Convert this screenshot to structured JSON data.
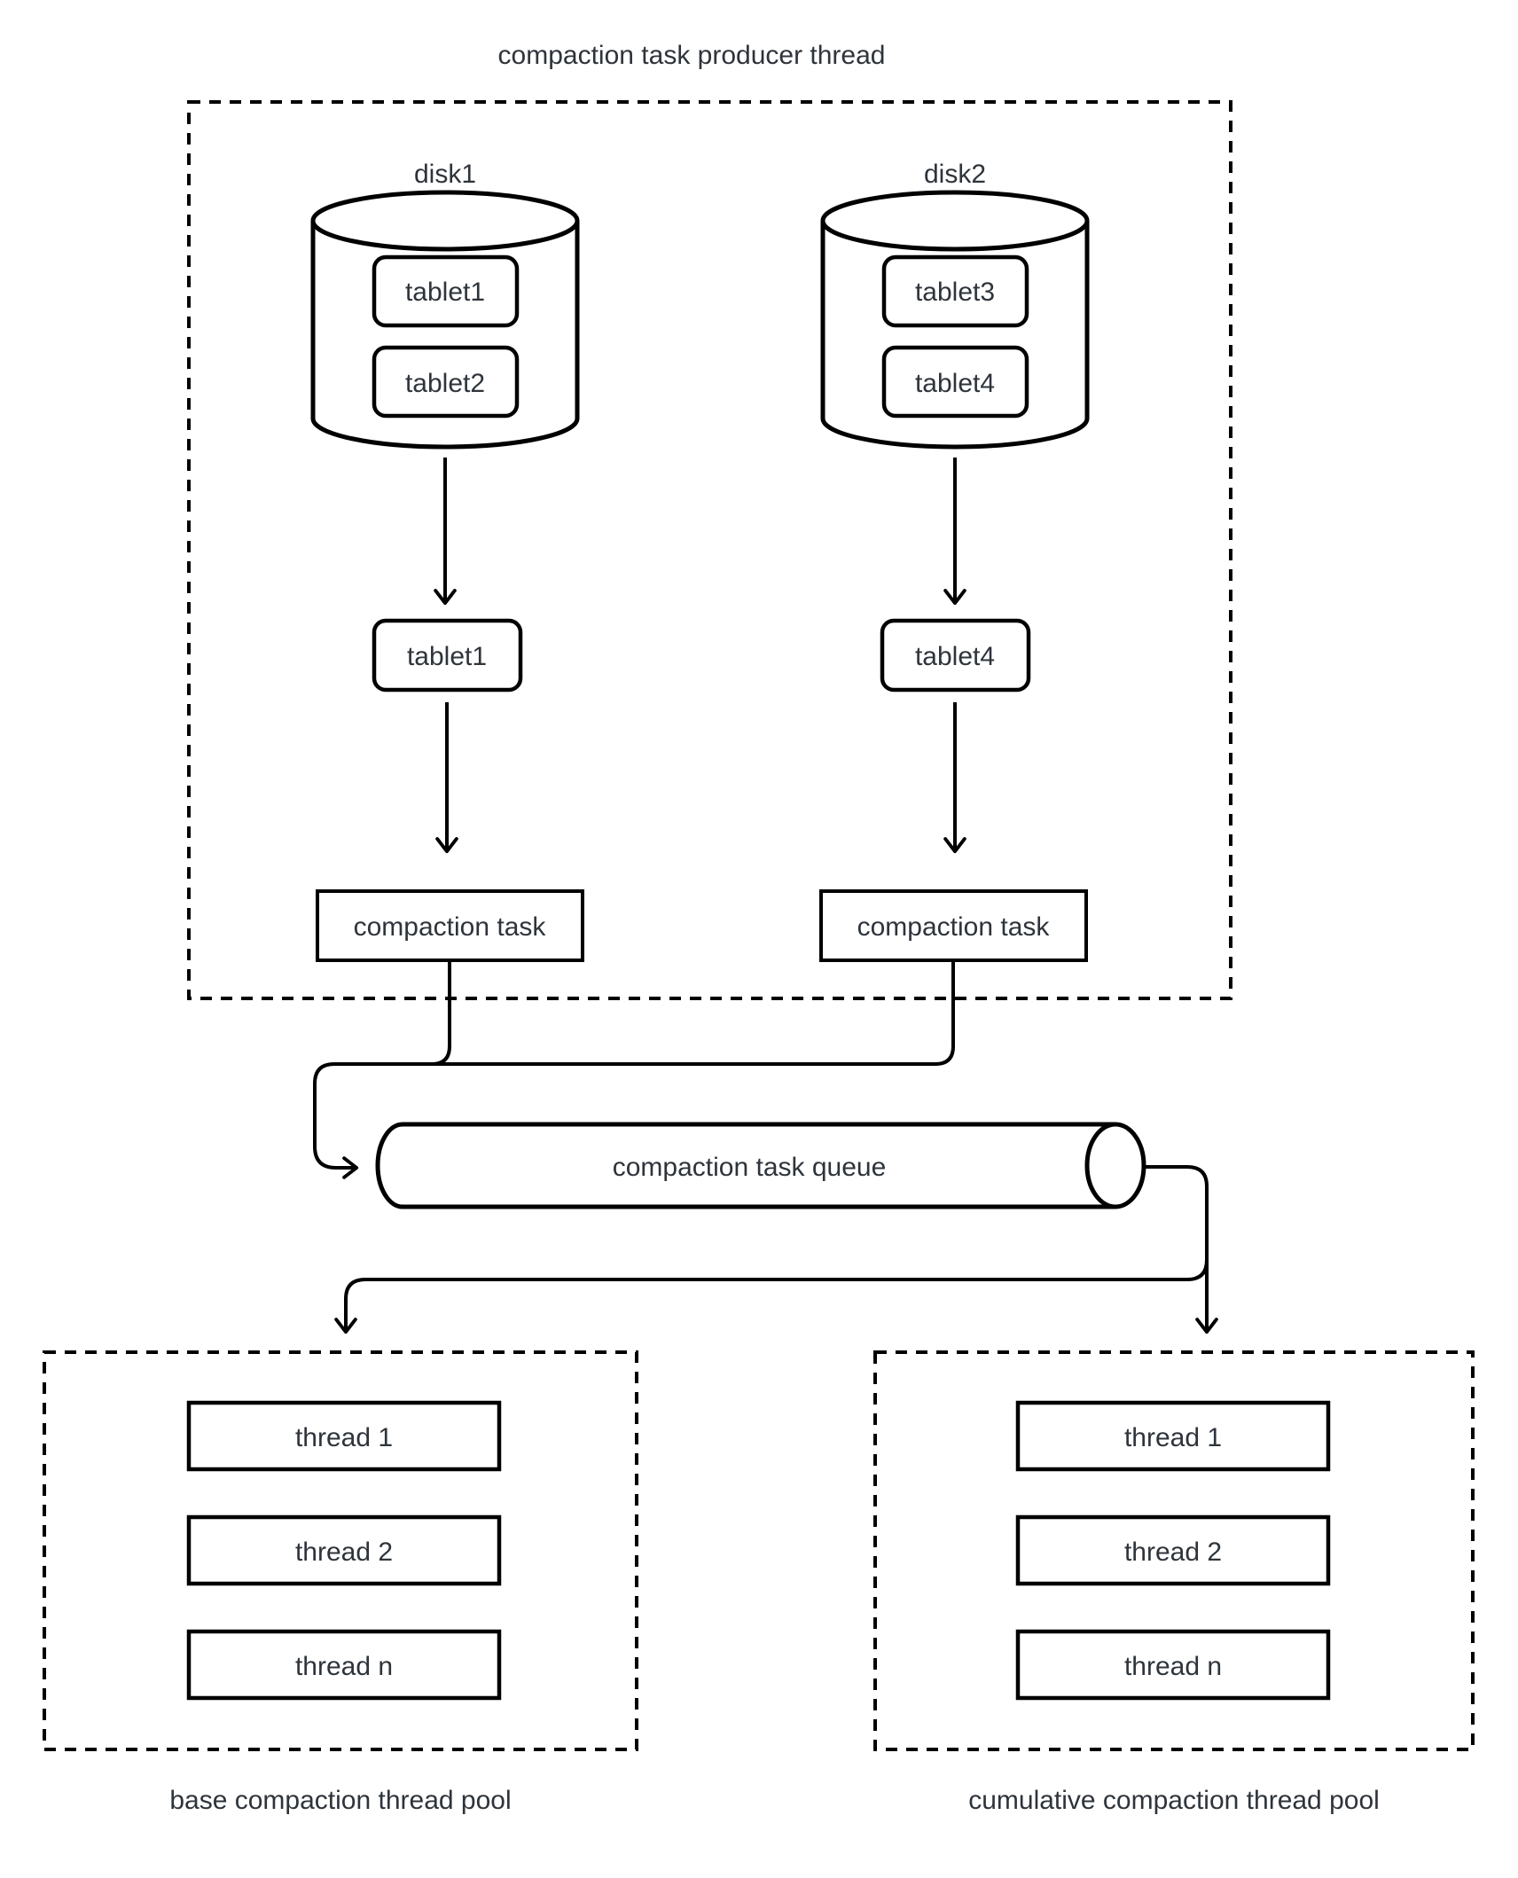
{
  "diagram": {
    "title": "compaction task producer thread",
    "producer": {
      "disks": [
        {
          "label": "disk1",
          "tablets": [
            "tablet1",
            "tablet2"
          ]
        },
        {
          "label": "disk2",
          "tablets": [
            "tablet3",
            "tablet4"
          ]
        }
      ],
      "picked_tablets": [
        "tablet1",
        "tablet4"
      ],
      "task_labels": [
        "compaction task",
        "compaction task"
      ]
    },
    "queue": {
      "label": "compaction task queue"
    },
    "pools": [
      {
        "caption": "base compaction thread pool",
        "threads": [
          "thread 1",
          "thread 2",
          "thread n"
        ]
      },
      {
        "caption": "cumulative compaction thread pool",
        "threads": [
          "thread 1",
          "thread 2",
          "thread n"
        ]
      }
    ],
    "colors": {
      "stroke": "#000000",
      "text": "#2e343b",
      "background": "#ffffff"
    }
  }
}
